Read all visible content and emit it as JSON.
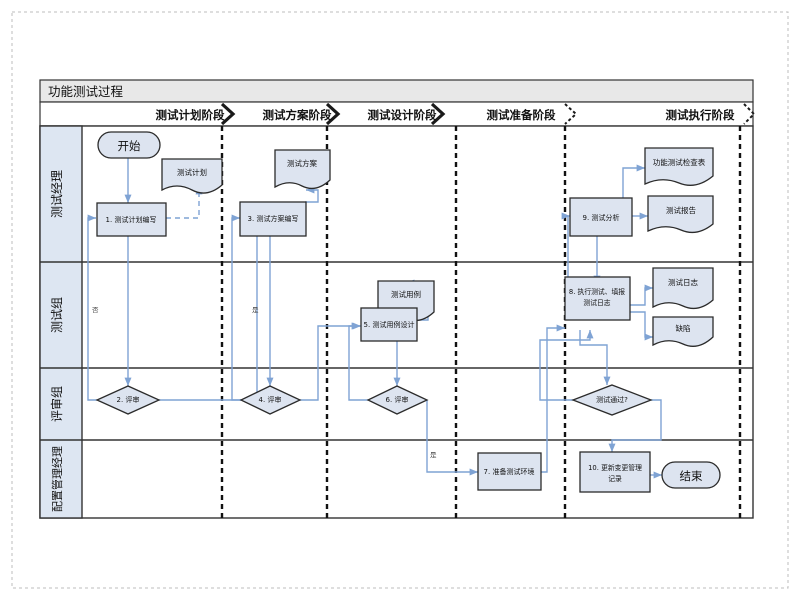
{
  "diagram": {
    "title": "功能测试过程",
    "phases": [
      {
        "id": "p1",
        "label": "测试计划阶段"
      },
      {
        "id": "p2",
        "label": "测试方案阶段"
      },
      {
        "id": "p3",
        "label": "测试设计阶段"
      },
      {
        "id": "p4",
        "label": "测试准备阶段"
      },
      {
        "id": "p5",
        "label": "测试执行阶段"
      }
    ],
    "lanes": [
      {
        "id": "l1",
        "label": "测试经理"
      },
      {
        "id": "l2",
        "label": "测试组"
      },
      {
        "id": "l3",
        "label": "评审组"
      },
      {
        "id": "l4",
        "label": "配置管理经理"
      }
    ],
    "nodes": [
      {
        "id": "start",
        "type": "terminator",
        "label": "开始"
      },
      {
        "id": "doc1",
        "type": "document",
        "label": "测试计划"
      },
      {
        "id": "n1",
        "type": "process",
        "label": "1. 测试计划编写"
      },
      {
        "id": "n2",
        "type": "decision",
        "label": "2. 评审"
      },
      {
        "id": "doc2",
        "type": "document",
        "label": "测试方案"
      },
      {
        "id": "n3",
        "type": "process",
        "label": "3. 测试方案编写"
      },
      {
        "id": "n4",
        "type": "decision",
        "label": "4. 评审"
      },
      {
        "id": "doc3",
        "type": "document",
        "label": "测试用例"
      },
      {
        "id": "n5",
        "type": "process",
        "label": "5. 测试用例设计"
      },
      {
        "id": "n6",
        "type": "decision",
        "label": "6. 评审"
      },
      {
        "id": "n7",
        "type": "process",
        "label": "7. 准备测试环境"
      },
      {
        "id": "n8",
        "type": "process",
        "label": "8. 执行测试、填报",
        "label2": "测试日志"
      },
      {
        "id": "doc4",
        "type": "document",
        "label": "测试日志"
      },
      {
        "id": "doc5",
        "type": "document",
        "label": "缺陷"
      },
      {
        "id": "n9",
        "type": "process",
        "label": "9. 测试分析"
      },
      {
        "id": "doc6",
        "type": "document",
        "label": "功能测试检查表"
      },
      {
        "id": "doc7",
        "type": "document",
        "label": "测试报告"
      },
      {
        "id": "nd",
        "type": "decision",
        "label": "测试通过?"
      },
      {
        "id": "n10",
        "type": "process",
        "label": "10. 更新变更管理",
        "label2": "记录"
      },
      {
        "id": "end",
        "type": "terminator",
        "label": "结束"
      }
    ],
    "edge_labels": {
      "no1": "否",
      "yes1": "是",
      "yes2": "是"
    },
    "colors": {
      "node_fill": "#dde4f0",
      "node_stroke": "#3b3b3b",
      "lane_header_fill": "#dde6f2",
      "title_fill": "#e8e8e8",
      "phase_fill": "#ffffff",
      "connector": "#7fa3d4",
      "border": "#333333"
    }
  }
}
